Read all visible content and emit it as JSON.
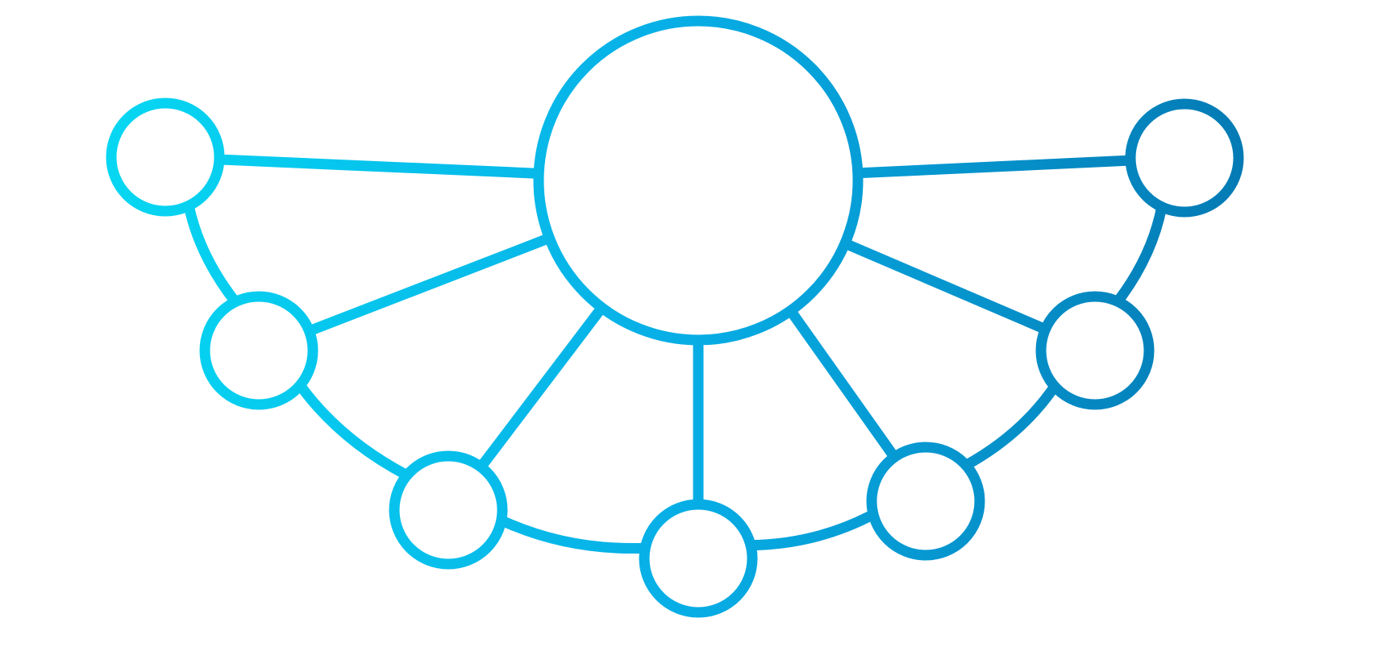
{
  "diagram": {
    "type": "hub-and-spoke network",
    "colors": {
      "gradient_start": "#06D7F2",
      "gradient_mid": "#07AEE6",
      "gradient_end": "#0479B3",
      "background": "#FFFFFF"
    },
    "nodes": [
      {
        "id": "hub",
        "role": "hub"
      },
      {
        "id": "node-1",
        "role": "satellite"
      },
      {
        "id": "node-2",
        "role": "satellite"
      },
      {
        "id": "node-3",
        "role": "satellite"
      },
      {
        "id": "node-4",
        "role": "satellite"
      },
      {
        "id": "node-5",
        "role": "satellite"
      },
      {
        "id": "node-6",
        "role": "satellite"
      },
      {
        "id": "node-7",
        "role": "satellite"
      }
    ],
    "edges": [
      {
        "from": "hub",
        "to": "node-1",
        "kind": "spoke"
      },
      {
        "from": "hub",
        "to": "node-2",
        "kind": "spoke"
      },
      {
        "from": "hub",
        "to": "node-3",
        "kind": "spoke"
      },
      {
        "from": "hub",
        "to": "node-4",
        "kind": "spoke"
      },
      {
        "from": "hub",
        "to": "node-5",
        "kind": "spoke"
      },
      {
        "from": "hub",
        "to": "node-6",
        "kind": "spoke"
      },
      {
        "from": "hub",
        "to": "node-7",
        "kind": "spoke"
      },
      {
        "from": "node-1",
        "to": "node-2",
        "kind": "arc"
      },
      {
        "from": "node-2",
        "to": "node-3",
        "kind": "arc"
      },
      {
        "from": "node-3",
        "to": "node-4",
        "kind": "arc"
      },
      {
        "from": "node-4",
        "to": "node-5",
        "kind": "arc"
      },
      {
        "from": "node-5",
        "to": "node-6",
        "kind": "arc"
      },
      {
        "from": "node-6",
        "to": "node-7",
        "kind": "arc"
      }
    ]
  }
}
